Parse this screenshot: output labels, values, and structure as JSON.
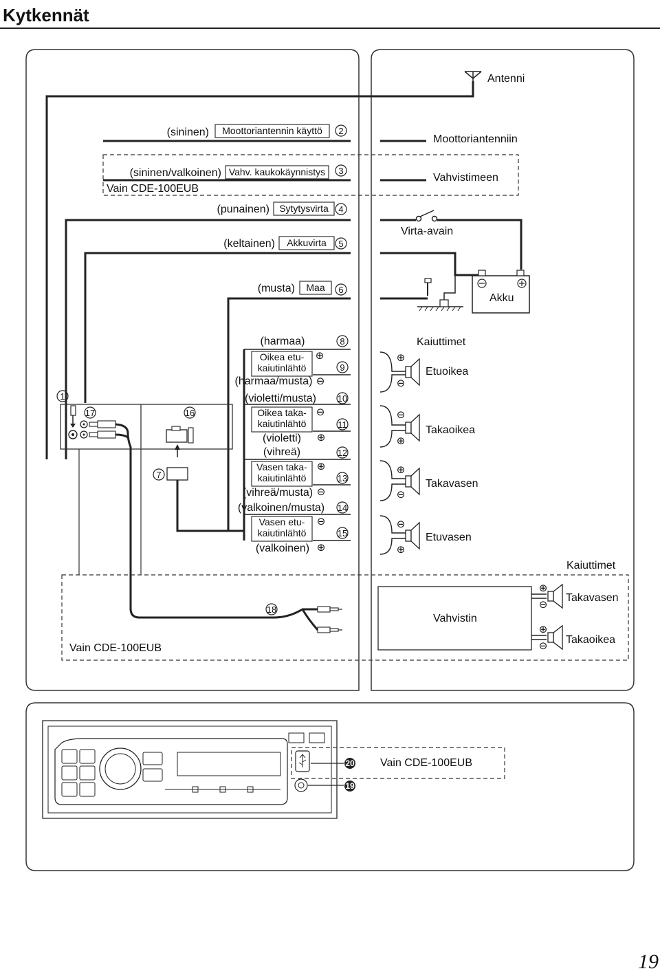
{
  "title": "Kytkennät",
  "page_number": "19",
  "antenna": {
    "label": "Antenni"
  },
  "left_wires": [
    {
      "num": "2",
      "color": "(sininen)",
      "label": "Moottoriantennin käyttö"
    },
    {
      "num": "3",
      "color": "(sininen/valkoinen)",
      "label": "Vahv. kaukokäynnistys"
    },
    {
      "num": "4",
      "color": "(punainen)",
      "label": "Sytytysvirta"
    },
    {
      "num": "5",
      "color": "(keltainen)",
      "label": "Akkuvirta"
    },
    {
      "num": "6",
      "color": "(musta)",
      "label": "Maa"
    }
  ],
  "vain_label": "Vain CDE-100EUB",
  "right_targets": {
    "motor_antenna": "Moottoriantenniin",
    "amplifier": "Vahvistimeen",
    "ignition_key": "Virta-avain",
    "battery": "Akku"
  },
  "speaker_wires": [
    {
      "num": "8",
      "color": "(harmaa)"
    },
    {
      "num": "9",
      "group": "Oikea etu- kaiutinlähtö",
      "line1": "Oikea etu-",
      "line2": "kaiutinlähtö"
    },
    {
      "num": "",
      "color": "(harmaa/musta)"
    },
    {
      "num": "10",
      "color": "(violetti/musta)"
    },
    {
      "num": "11",
      "line1": "Oikea taka-",
      "line2": "kaiutinlähtö"
    },
    {
      "num": "",
      "color": "(violetti)"
    },
    {
      "num": "12",
      "color": "(vihreä)"
    },
    {
      "num": "13",
      "line1": "Vasen taka-",
      "line2": "kaiutinlähtö"
    },
    {
      "num": "",
      "color": "(vihreä/musta)"
    },
    {
      "num": "14",
      "color": "(valkoinen/musta)"
    },
    {
      "num": "15",
      "line1": "Vasen etu-",
      "line2": "kaiutinlähtö"
    },
    {
      "num": "",
      "color": "(valkoinen)"
    }
  ],
  "speakers": {
    "heading": "Kaiuttimet",
    "items": [
      "Etuoikea",
      "Takaoikea",
      "Takavasen",
      "Etuvasen"
    ]
  },
  "connector_numbers": {
    "n1": "1",
    "n7": "7",
    "n16": "16",
    "n17": "17",
    "n18": "18",
    "n19": "19",
    "n20": "20"
  },
  "amplifier_box": {
    "label": "Vahvistin",
    "speakers_heading": "Kaiuttimet",
    "items": [
      "Takavasen",
      "Takaoikea"
    ]
  },
  "symbols": {
    "plus": "⊕",
    "minus": "⊖"
  }
}
